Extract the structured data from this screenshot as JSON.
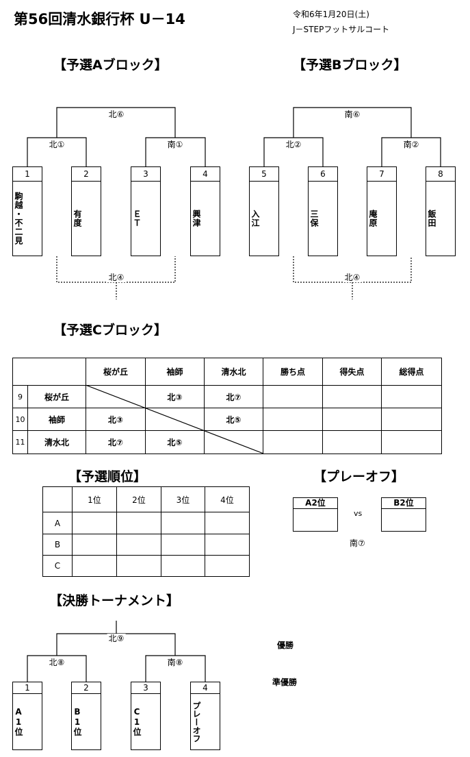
{
  "header": {
    "title": "第56回清水銀行杯 U－14",
    "date": "令和6年1月20日(土)",
    "venue": "J－STEPフットサルコート"
  },
  "block_a": {
    "title": "【予選Aブロック】",
    "matches": {
      "final": "北⑥",
      "left": "北①",
      "right": "南①",
      "consolation": "北④"
    },
    "teams": [
      {
        "num": "1",
        "name": "駒越・不二見"
      },
      {
        "num": "2",
        "name": "有度"
      },
      {
        "num": "3",
        "name": "ＥＴ"
      },
      {
        "num": "4",
        "name": "興津"
      }
    ]
  },
  "block_b": {
    "title": "【予選Bブロック】",
    "matches": {
      "final": "南⑥",
      "left": "北②",
      "right": "南②",
      "consolation": "北④"
    },
    "teams": [
      {
        "num": "5",
        "name": "入江"
      },
      {
        "num": "6",
        "name": "三保"
      },
      {
        "num": "7",
        "name": "庵原"
      },
      {
        "num": "8",
        "name": "飯田"
      }
    ]
  },
  "block_c": {
    "title": "【予選Cブロック】",
    "columns": [
      "桜が丘",
      "袖師",
      "清水北",
      "勝ち点",
      "得失点",
      "総得点"
    ],
    "rows": [
      {
        "num": "9",
        "name": "桜が丘",
        "cells": [
          "",
          "北③",
          "北⑦"
        ]
      },
      {
        "num": "10",
        "name": "袖師",
        "cells": [
          "北③",
          "",
          "北⑤"
        ]
      },
      {
        "num": "11",
        "name": "清水北",
        "cells": [
          "北⑦",
          "北⑤",
          ""
        ]
      }
    ]
  },
  "ranking": {
    "title": "【予選順位】",
    "columns": [
      "1位",
      "2位",
      "3位",
      "4位"
    ],
    "rows": [
      "A",
      "B",
      "C"
    ]
  },
  "playoff": {
    "title": "【プレーオフ】",
    "left": "A2位",
    "vs": "vs",
    "right": "B2位",
    "match": "南⑦"
  },
  "final": {
    "title": "【決勝トーナメント】",
    "matches": {
      "final": "北⑨",
      "left": "北⑧",
      "right": "南⑧"
    },
    "teams": [
      {
        "num": "1",
        "name": "A1位"
      },
      {
        "num": "2",
        "name": "B1位"
      },
      {
        "num": "3",
        "name": "C1位"
      },
      {
        "num": "4",
        "name": "プレーオフ"
      }
    ],
    "champion_label": "優勝",
    "runner_up_label": "準優勝"
  }
}
